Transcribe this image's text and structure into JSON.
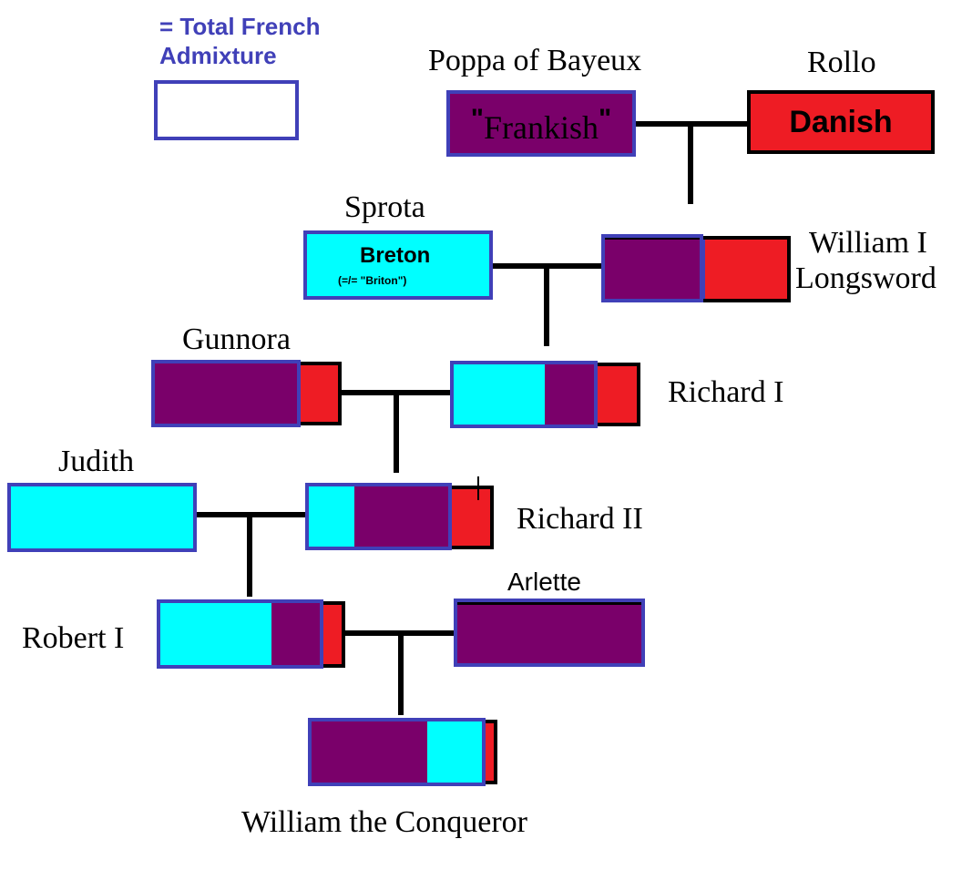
{
  "colors": {
    "french_outline": "#4040b8",
    "frankish": "#7a006a",
    "danish": "#ee1c24",
    "breton": "#00ffff",
    "line": "#000000"
  },
  "legend": {
    "text_line1": "= Total French",
    "text_line2": "Admixture"
  },
  "people": {
    "poppa": {
      "name": "Poppa of Bayeux",
      "label": "Frankish"
    },
    "rollo": {
      "name": "Rollo",
      "label": "Danish"
    },
    "sprota": {
      "name": "Sprota",
      "label": "Breton",
      "sublabel": "(=/= \"Briton\")"
    },
    "william_longsword": {
      "name_line1": "William I",
      "name_line2": "Longsword"
    },
    "gunnora": {
      "name": "Gunnora"
    },
    "richard1": {
      "name": "Richard I"
    },
    "judith": {
      "name": "Judith"
    },
    "richard2": {
      "name": "Richard II"
    },
    "arlette": {
      "name": "Arlette"
    },
    "robert1": {
      "name": "Robert I"
    },
    "william_conqueror": {
      "name": "William the Conqueror"
    }
  }
}
